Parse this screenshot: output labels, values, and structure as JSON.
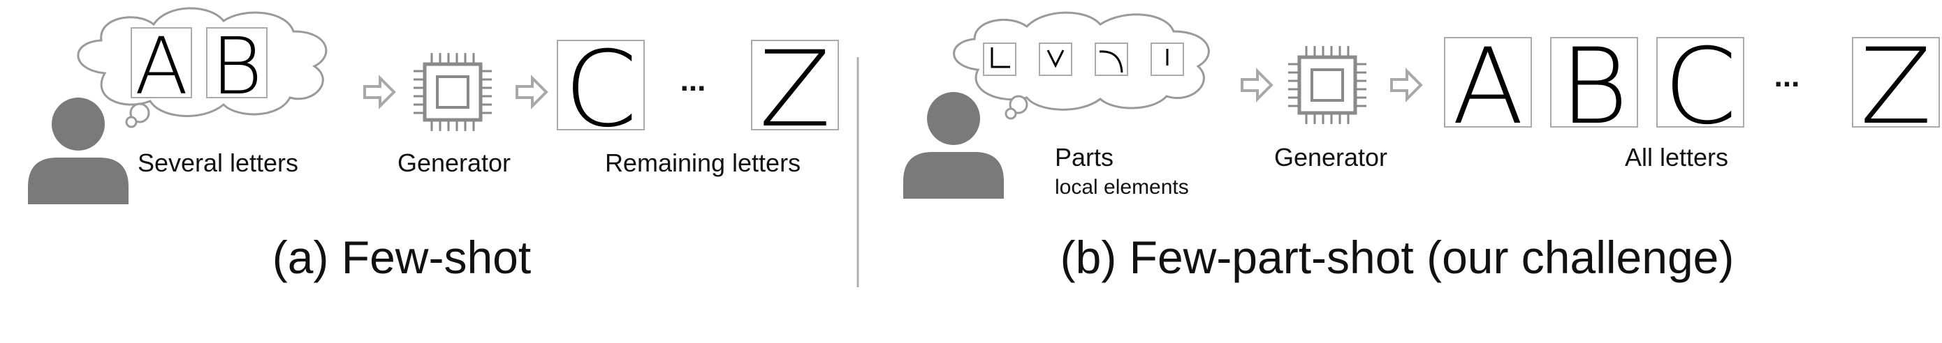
{
  "panel_a": {
    "thought_letters": [
      "A",
      "B"
    ],
    "person_label": "Several letters",
    "generator_label": "Generator",
    "output_letters": [
      "C",
      "Z"
    ],
    "ellipsis": "...",
    "output_label": "Remaining letters",
    "caption": "(a) Few-shot"
  },
  "panel_b": {
    "person_label": "Parts",
    "person_sublabel": "local elements",
    "generator_label": "Generator",
    "output_letters": [
      "A",
      "B",
      "C",
      "Z"
    ],
    "ellipsis": "...",
    "output_label": "All letters",
    "caption": "(b) Few-part-shot (our challenge)"
  },
  "colors": {
    "person": "#7a7a7a",
    "cloud_stroke": "#9a9a9a",
    "arrow": "#a8a8a8",
    "chip": "#8a8a8a",
    "divider": "#b0b0b0",
    "box_stroke": "#9a9a9a"
  },
  "icons": [
    "person-icon",
    "thought-cloud-icon",
    "arrow-icon",
    "chip-icon"
  ]
}
